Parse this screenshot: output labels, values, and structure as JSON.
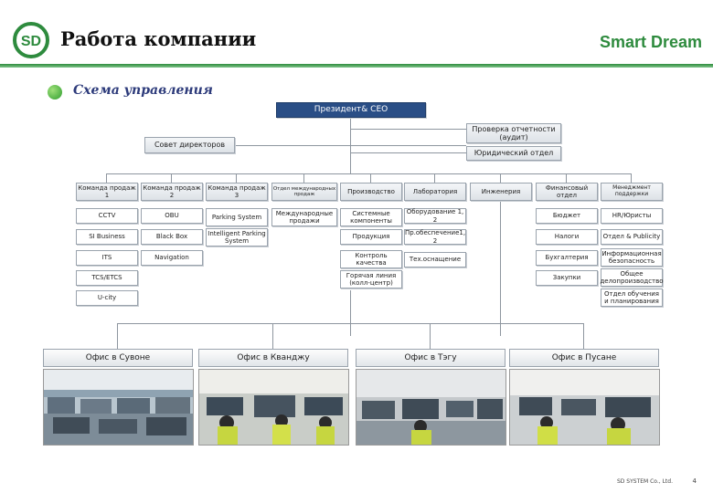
{
  "header": {
    "title": "Работа компании",
    "brand": "Smart Dream",
    "logo_text": "SD"
  },
  "section": {
    "title": "Схема управления"
  },
  "org": {
    "president": "Президент& CEO",
    "audit": "Проверка отчетности (аудит)",
    "legal": "Юридический отдел",
    "board": "Совет директоров",
    "departments": [
      "Команда продаж 1",
      "Команда продаж 2",
      "Команда продаж 3",
      "Отдел международных продаж",
      "Производство",
      "Лаборатория",
      "Инженерия",
      "Финансовый отдел",
      "Менеджмент поддержки"
    ],
    "sales1": [
      "CCTV",
      "SI Business",
      "ITS",
      "TCS/ETCS",
      "U-city"
    ],
    "sales2": [
      "OBU",
      "Black Box",
      "Navigation"
    ],
    "sales3": [
      "Parking System",
      "Intelligent Parking System"
    ],
    "intl": [
      "Международные продажи"
    ],
    "production": [
      "Системные компоненты",
      "Продукция",
      "Контроль качества",
      "Горячая линия (колл-центр)"
    ],
    "lab": [
      "Оборудование 1, 2",
      "Пр.обеспечение1, 2",
      "Тех.оснащение"
    ],
    "finance": [
      "Бюджет",
      "Налоги",
      "Бухгалтерия",
      "Закупки"
    ],
    "support": [
      "HR/Юристы",
      "Отдел & Publicity",
      "Информационная безопасность",
      "Общее делопроизводство",
      "Отдел обучения и планирования"
    ]
  },
  "offices": [
    "Офис в Сувоне",
    "Офис в Кванджу",
    "Офис в Тэгу",
    "Офис в Пусане"
  ],
  "footer": {
    "company": "SD SYSTEM Co., Ltd.",
    "page": "4"
  },
  "colors": {
    "brand_green": "#2e8b3e",
    "president_blue": "#2a4e86"
  }
}
